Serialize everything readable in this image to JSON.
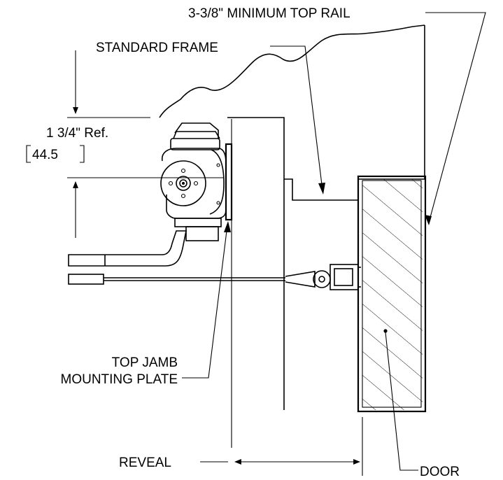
{
  "labels": {
    "top_rail": "3-3/8\" MINIMUM TOP RAIL",
    "standard_frame": "STANDARD FRAME",
    "dim_ref": "1 3/4\"  Ref.",
    "dim_metric": "[44.5]",
    "mounting_plate_line1": "TOP JAMB",
    "mounting_plate_line2": "MOUNTING PLATE",
    "reveal": "REVEAL",
    "door": "DOOR"
  }
}
